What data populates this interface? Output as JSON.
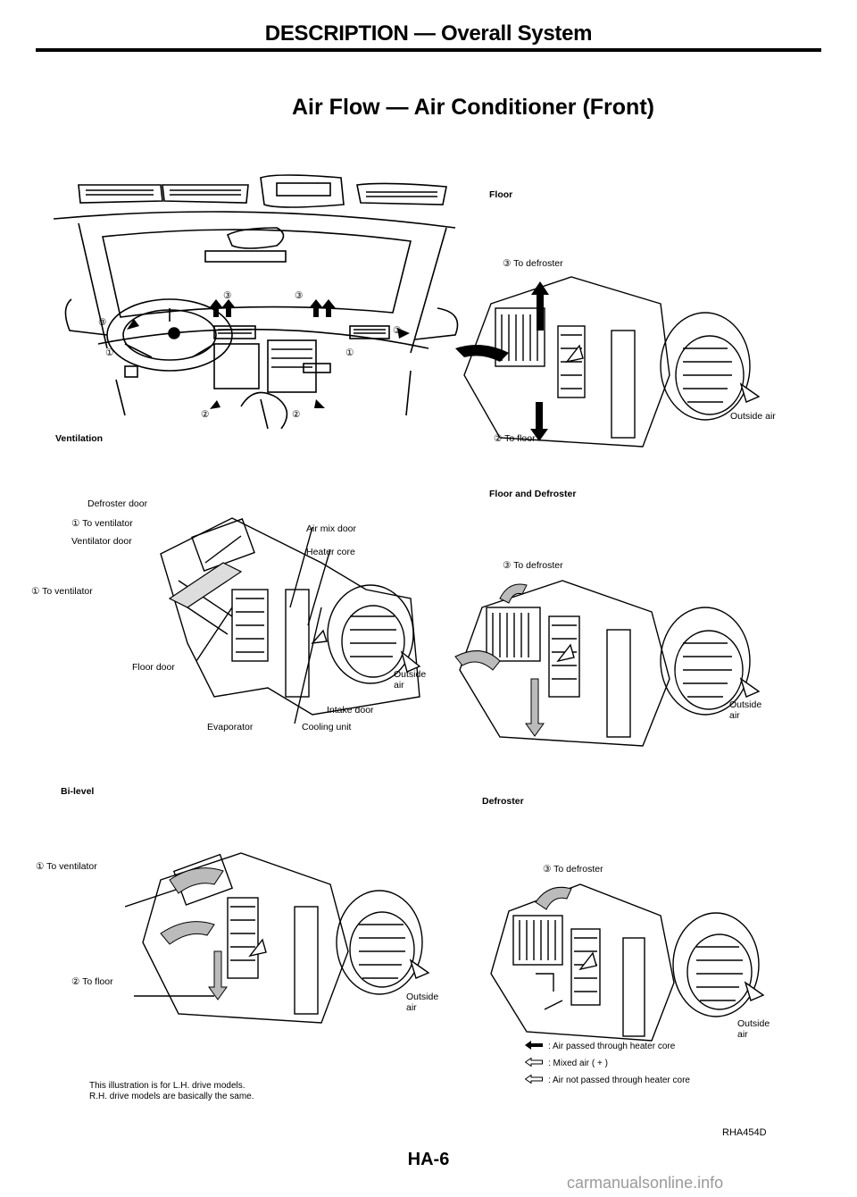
{
  "header": {
    "title": "DESCRIPTION — Overall System"
  },
  "section": {
    "title": "Air Flow — Air Conditioner (Front)"
  },
  "ventilation": {
    "caption": "Ventilation",
    "markers": [
      "③",
      "③",
      "③",
      "③",
      "①",
      "①",
      "②",
      "②"
    ]
  },
  "floor_panel": {
    "caption": "Floor",
    "to_defroster": "③  To defroster",
    "to_floor": "②  To floor",
    "outside_air": "Outside air"
  },
  "bilevel_panel": {
    "caption": "Bi-level",
    "defroster_door": "Defroster door",
    "to_ventilator_1": "①  To ventilator",
    "ventilator_door": "Ventilator door",
    "to_ventilator_2": "①  To ventilator",
    "air_mix_door": "Air mix door",
    "heater_core": "Heater core",
    "floor_door": "Floor door",
    "outside": "Outside",
    "air": "air",
    "intake_door": "Intake door",
    "evaporator": "Evaporator",
    "cooling_unit": "Cooling unit"
  },
  "floor_defroster_panel": {
    "caption": "Floor and Defroster",
    "to_defroster": "③  To defroster",
    "outside": "Outside",
    "air": "air"
  },
  "defroster_panel": {
    "caption": "Defroster",
    "to_defroster": "③  To defroster",
    "outside": "Outside",
    "air": "air"
  },
  "bottom_left_panel": {
    "to_ventilator": "①  To ventilator",
    "to_floor": "②  To floor",
    "outside": "Outside",
    "air": "air"
  },
  "legend": [
    {
      "symbol": "solid-arrow-icon",
      "text": ": Air passed through heater core"
    },
    {
      "symbol": "mixed-arrow-icon",
      "text": ": Mixed air (      +      )"
    },
    {
      "symbol": "hollow-arrow-icon",
      "text": ": Air not passed through heater core"
    }
  ],
  "note": {
    "line1": "This illustration is for L.H. drive models.",
    "line2": "R.H. drive models are basically the same."
  },
  "figure_code": "RHA454D",
  "page_number": "HA-6",
  "footer": "carmanualsonline.info"
}
